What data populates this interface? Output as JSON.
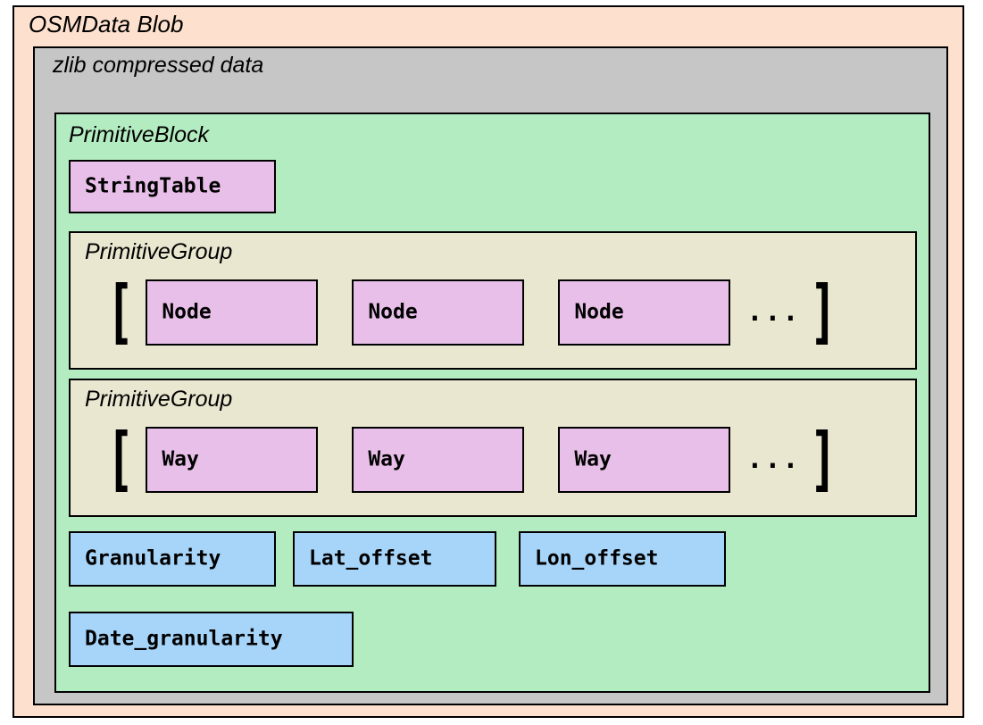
{
  "diagram": {
    "outer": {
      "title": "OSMData Blob",
      "fill": "#fde0cd"
    },
    "compressed": {
      "title": "zlib compressed data",
      "fill": "#c6c6c6"
    },
    "primitive_block": {
      "title": "PrimitiveBlock",
      "fill": "#b4ecc2",
      "string_table": {
        "label": "StringTable",
        "fill": "#e8bfe8"
      },
      "groups": [
        {
          "title": "PrimitiveGroup",
          "fill": "#e9e7d0",
          "bracket_open": "[",
          "bracket_close": "]",
          "ellipsis": "...",
          "items": [
            {
              "label": "Node"
            },
            {
              "label": "Node"
            },
            {
              "label": "Node"
            }
          ]
        },
        {
          "title": "PrimitiveGroup",
          "fill": "#e9e7d0",
          "bracket_open": "[",
          "bracket_close": "]",
          "ellipsis": "...",
          "items": [
            {
              "label": "Way"
            },
            {
              "label": "Way"
            },
            {
              "label": "Way"
            }
          ]
        }
      ],
      "fields": [
        {
          "label": "Granularity",
          "fill": "#a7d5f9"
        },
        {
          "label": "Lat_offset",
          "fill": "#a7d5f9"
        },
        {
          "label": "Lon_offset",
          "fill": "#a7d5f9"
        },
        {
          "label": "Date_granularity",
          "fill": "#a7d5f9"
        }
      ]
    }
  }
}
